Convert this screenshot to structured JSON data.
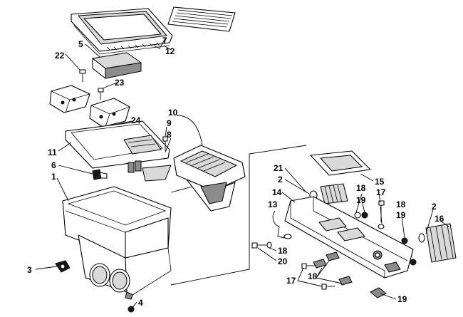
{
  "diagram": {
    "callouts": {
      "c1": "1",
      "c2a": "2",
      "c2b": "2",
      "c3": "3",
      "c4": "4",
      "c5": "5",
      "c6": "6",
      "c7": "7",
      "c8": "8",
      "c9": "9",
      "c10": "10",
      "c11": "11",
      "c12": "12",
      "c13": "13",
      "c14": "14",
      "c15": "15",
      "c16": "16",
      "c17a": "17",
      "c17b": "17",
      "c18a": "18",
      "c18b": "18",
      "c18c": "18",
      "c18d": "18",
      "c19a": "19",
      "c19b": "19",
      "c19c": "19",
      "c20": "20",
      "c21": "21",
      "c22": "22",
      "c23": "23",
      "c24": "24"
    }
  }
}
